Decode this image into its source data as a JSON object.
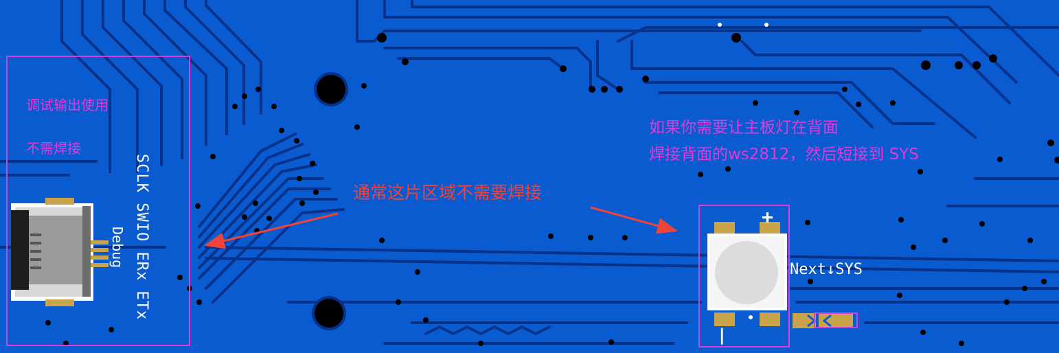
{
  "colors": {
    "board": "#0b5bd0",
    "trace": "#0a4fb8",
    "trace_edge": "#06328a",
    "annotation_pink": "#e23ad7",
    "annotation_red": "#f0433a",
    "pad_gold": "#c9a34a",
    "silkscreen": "#ffffff"
  },
  "annotations": {
    "debug_note": "调试输出使用",
    "no_solder_note": "不需焊接",
    "center_note": "通常这片区域不需要焊接",
    "led_note_line1": "如果你需要让主板灯在背面",
    "led_note_line2": "焊接背面的ws2812，然后短接到 SYS"
  },
  "silkscreen": {
    "connector_pins": "SCLK SWIO ERx ETx",
    "connector_name": "Debug",
    "led_plus": "+",
    "led_minus": "|",
    "jumper_label": "Next↓SYS"
  }
}
